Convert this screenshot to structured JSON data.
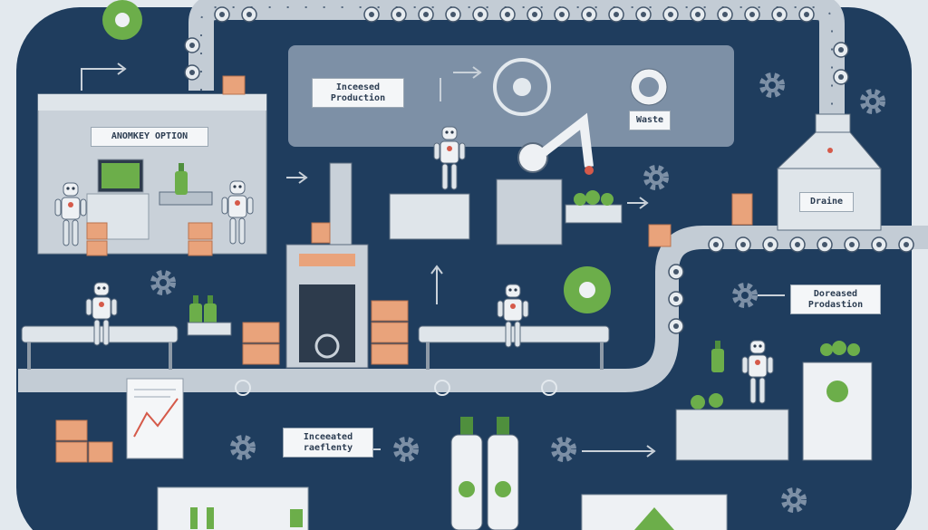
{
  "labels": {
    "automation_option": "ANOMKEY OPTION",
    "increased_production_top": "Inceesed Production",
    "waste": "Waste",
    "drains": "Draine",
    "decreased_production": "Doreased Prodastion",
    "increased_profitability": "Inceeated raeflenty"
  },
  "colors": {
    "background_navy": "#1f3d5e",
    "outer_gray": "#e3e9ee",
    "conveyor_gray": "#c3ccd5",
    "accent_green": "#6cae4a",
    "box_orange": "#e9a37b",
    "chart_red": "#d55a4a"
  },
  "icons": [
    "gear-icon",
    "recycle-icon",
    "arrow-icon",
    "robot-icon",
    "bottle-icon",
    "box-icon",
    "chart-icon",
    "leaf-icon",
    "funnel-icon"
  ]
}
